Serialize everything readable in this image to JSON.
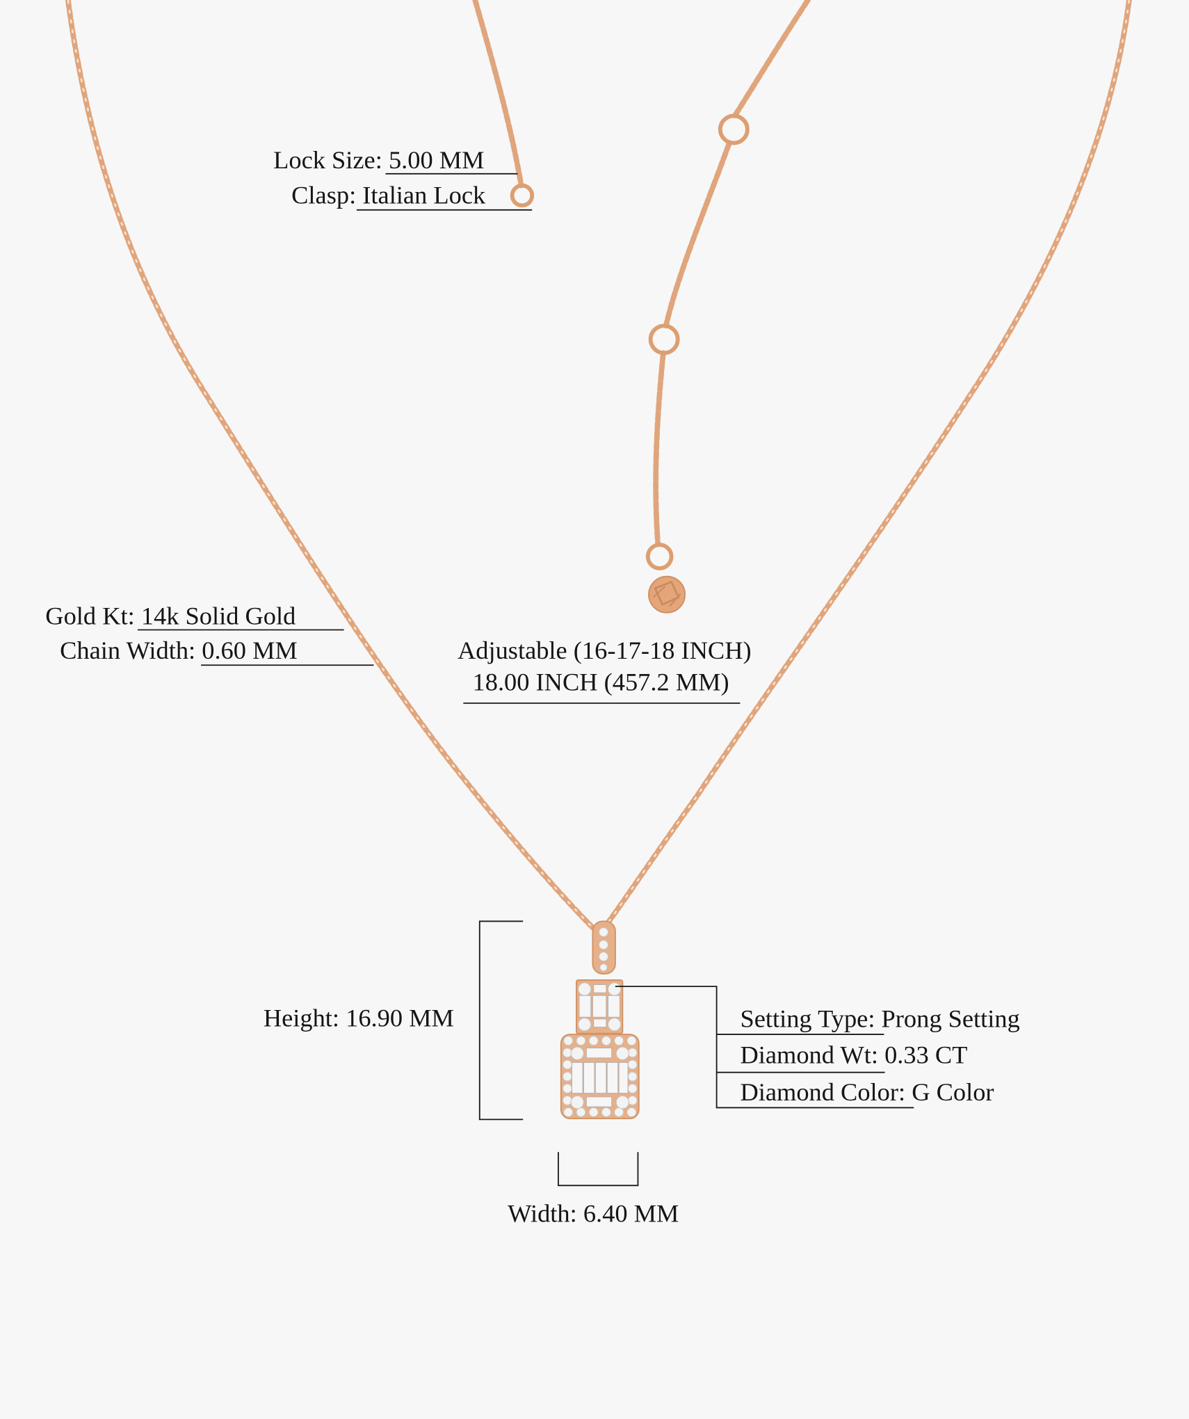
{
  "specs": {
    "lock_size": {
      "label": "Lock Size:",
      "value": " 5.00 MM"
    },
    "clasp": {
      "label": "Clasp:",
      "value": " Italian Lock"
    },
    "gold_kt": {
      "label": "Gold Kt:",
      "value": " 14k Solid Gold"
    },
    "chain_width": {
      "label": "Chain Width:",
      "value": " 0.60 MM"
    },
    "length": {
      "line1": "Adjustable (16-17-18 INCH)",
      "line2": "18.00 INCH (457.2 MM)"
    },
    "height": {
      "label": "Height:",
      "value": " 16.90 MM"
    },
    "width": {
      "label": "Width:",
      "value": " 6.40 MM"
    },
    "setting_type": {
      "label": "Setting Type:",
      "value": " Prong Setting"
    },
    "diamond_wt": {
      "label": "Diamond Wt:",
      "value": " 0.33 CT"
    },
    "diamond_color": {
      "label": "Diamond Color:",
      "value": " G Color"
    }
  },
  "colors": {
    "background": "#f7f7f7",
    "gold": "#e0a57c",
    "text": "#151515"
  }
}
